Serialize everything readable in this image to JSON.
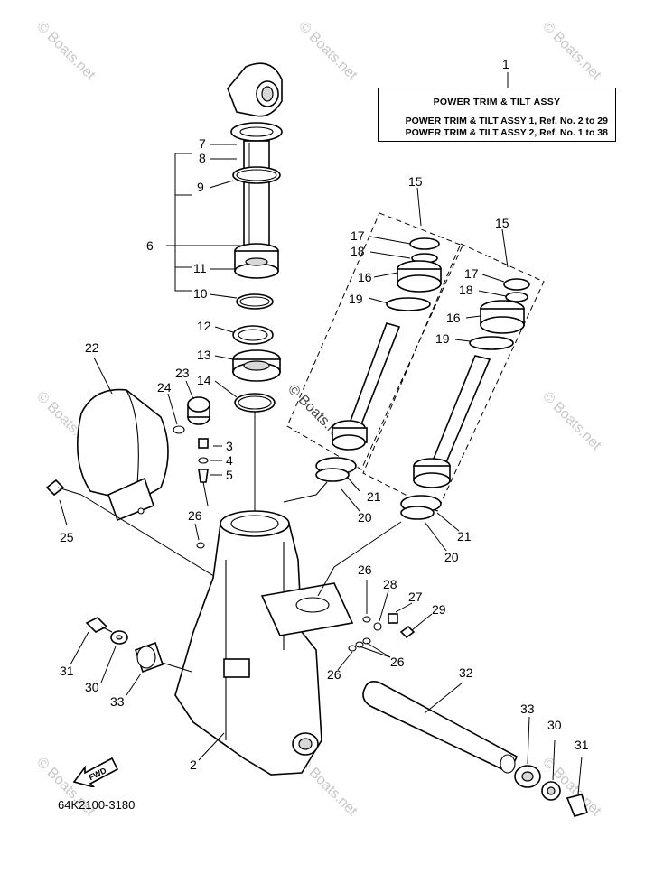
{
  "title_box": {
    "heading": "POWER TRIM  &  TILT ASSY",
    "lines": [
      "POWER TRIM & TILT ASSY 1,   Ref. No. 2 to 29",
      "POWER TRIM & TILT ASSY 2,   Ref. No. 1 to 38"
    ]
  },
  "drawing_code": "64K2100-3180",
  "fwd_label": "FWD",
  "watermark": "© Boats.net",
  "callouts": [
    {
      "id": "c1",
      "label": "1"
    },
    {
      "id": "c2",
      "label": "2"
    },
    {
      "id": "c3",
      "label": "3"
    },
    {
      "id": "c4",
      "label": "4"
    },
    {
      "id": "c5",
      "label": "5"
    },
    {
      "id": "c6",
      "label": "6"
    },
    {
      "id": "c7",
      "label": "7"
    },
    {
      "id": "c8",
      "label": "8"
    },
    {
      "id": "c9",
      "label": "9"
    },
    {
      "id": "c10",
      "label": "10"
    },
    {
      "id": "c11",
      "label": "11"
    },
    {
      "id": "c12",
      "label": "12"
    },
    {
      "id": "c13",
      "label": "13"
    },
    {
      "id": "c14",
      "label": "14"
    },
    {
      "id": "c15a",
      "label": "15"
    },
    {
      "id": "c15b",
      "label": "15"
    },
    {
      "id": "c16a",
      "label": "16"
    },
    {
      "id": "c16b",
      "label": "16"
    },
    {
      "id": "c17a",
      "label": "17"
    },
    {
      "id": "c17b",
      "label": "17"
    },
    {
      "id": "c18a",
      "label": "18"
    },
    {
      "id": "c18b",
      "label": "18"
    },
    {
      "id": "c19a",
      "label": "19"
    },
    {
      "id": "c19b",
      "label": "19"
    },
    {
      "id": "c20a",
      "label": "20"
    },
    {
      "id": "c20b",
      "label": "20"
    },
    {
      "id": "c21a",
      "label": "21"
    },
    {
      "id": "c21b",
      "label": "21"
    },
    {
      "id": "c22",
      "label": "22"
    },
    {
      "id": "c23",
      "label": "23"
    },
    {
      "id": "c24",
      "label": "24"
    },
    {
      "id": "c25",
      "label": "25"
    },
    {
      "id": "c26a",
      "label": "26"
    },
    {
      "id": "c26b",
      "label": "26"
    },
    {
      "id": "c26c",
      "label": "26"
    },
    {
      "id": "c26d",
      "label": "26"
    },
    {
      "id": "c27",
      "label": "27"
    },
    {
      "id": "c28",
      "label": "28"
    },
    {
      "id": "c29",
      "label": "29"
    },
    {
      "id": "c30a",
      "label": "30"
    },
    {
      "id": "c30b",
      "label": "30"
    },
    {
      "id": "c31a",
      "label": "31"
    },
    {
      "id": "c31b",
      "label": "31"
    },
    {
      "id": "c32",
      "label": "32"
    },
    {
      "id": "c33a",
      "label": "33"
    },
    {
      "id": "c33b",
      "label": "33"
    }
  ]
}
